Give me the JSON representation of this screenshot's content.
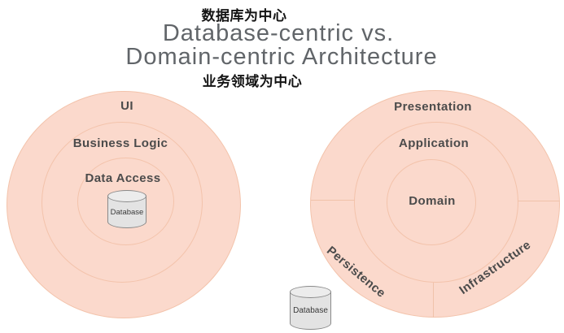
{
  "header": {
    "zh_top": "数据库为中心",
    "title_line1": "Database-centric vs.",
    "title_line2": "Domain-centric Architecture",
    "zh_bottom": "业务领域为中心"
  },
  "left_diagram": {
    "name": "database-centric-rings",
    "rings": {
      "outer": "UI",
      "middle": "Business Logic",
      "inner": "Data Access"
    },
    "database_label": "Database"
  },
  "right_diagram": {
    "name": "domain-centric-rings",
    "rings": {
      "outer": "Presentation",
      "middle": "Application",
      "inner": "Domain"
    },
    "sector_left": "Persistence",
    "sector_right": "Infrastructure",
    "database_label": "Database"
  },
  "colors": {
    "ring_fill": "#fbd9cc",
    "ring_border": "#f3c3ab",
    "divider": "#f0c2aa",
    "layer_label": "#4b4b4b",
    "title_text": "#616569",
    "zh_text": "#141414",
    "cylinder_fill": "#e3e3e3",
    "cylinder_border": "#8a8a8a"
  }
}
